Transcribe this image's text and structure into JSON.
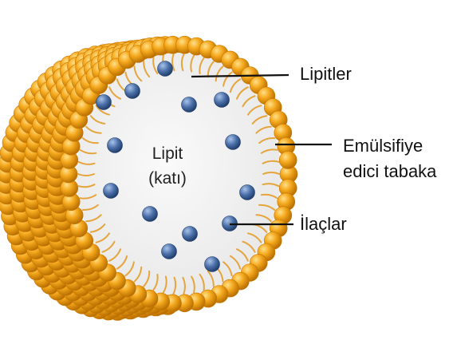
{
  "labels": {
    "lipids": "Lipitler",
    "emulsifier_line1": "Emülsifiye",
    "emulsifier_line2": "edici tabaka",
    "drugs": "İlaçlar",
    "core_line1": "Lipit",
    "core_line2": "(katı)"
  },
  "colors": {
    "shell": "#F2A21A",
    "shell_dark": "#C97800",
    "shell_light": "#FFD56A",
    "tail": "#E5A53C",
    "core": "#F3F3F3",
    "drug": "#4A6FA8",
    "drug_light": "#9DB8E0"
  },
  "icons": {
    "particle": "solid-lipid-nanoparticle-icon",
    "drug": "drug-molecule-icon",
    "head": "phospholipid-head-icon"
  }
}
